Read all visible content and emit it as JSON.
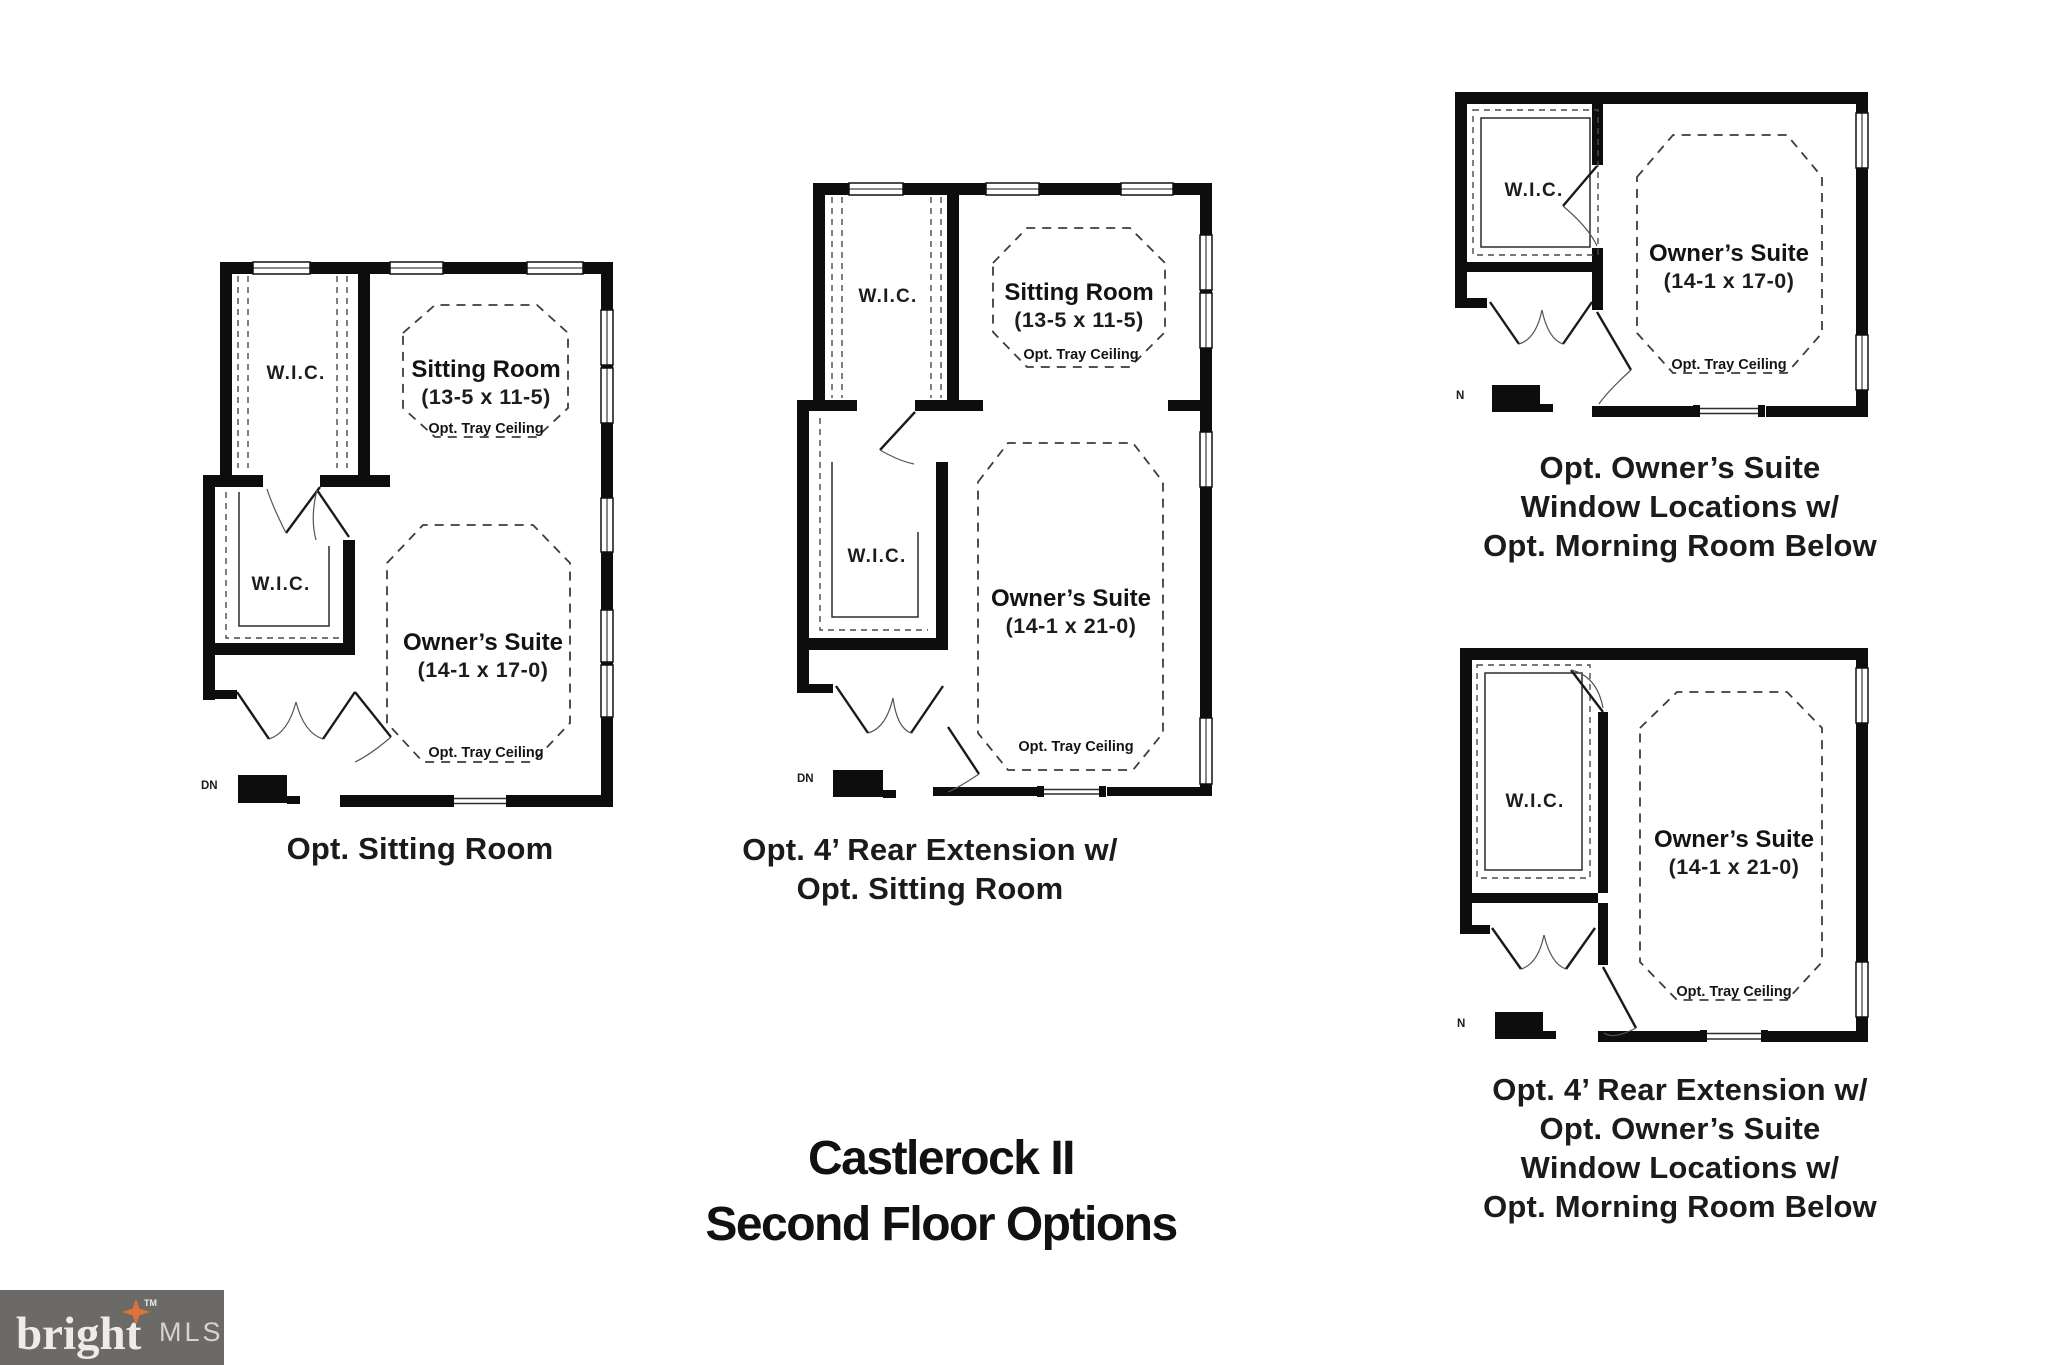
{
  "header": {
    "title_line1": "Castlerock II",
    "title_line2": "Second Floor Options"
  },
  "plans": [
    {
      "caption_lines": [
        "Opt. Sitting Room"
      ],
      "labels": {
        "wic_top": "W.I.C.",
        "wic_bottom": "W.I.C.",
        "sitting_name": "Sitting Room",
        "sitting_dim": "(13-5 x 11-5)",
        "sitting_note": "Opt. Tray Ceiling",
        "owners_name": "Owner’s Suite",
        "owners_dim": "(14-1 x 17-0)",
        "owners_note": "Opt. Tray Ceiling",
        "stair": "DN"
      }
    },
    {
      "caption_lines": [
        "Opt. 4’ Rear Extension w/",
        "Opt. Sitting Room"
      ],
      "labels": {
        "wic_top": "W.I.C.",
        "wic_bottom": "W.I.C.",
        "sitting_name": "Sitting Room",
        "sitting_dim": "(13-5 x 11-5)",
        "sitting_note": "Opt. Tray Ceiling",
        "owners_name": "Owner’s Suite",
        "owners_dim": "(14-1 x 21-0)",
        "owners_note": "Opt. Tray Ceiling",
        "stair": "DN"
      }
    },
    {
      "caption_lines": [
        "Opt. Owner’s Suite",
        "Window Locations w/",
        "Opt. Morning Room Below"
      ],
      "labels": {
        "wic": "W.I.C.",
        "owners_name": "Owner’s Suite",
        "owners_dim": "(14-1 x 17-0)",
        "owners_note": "Opt. Tray Ceiling",
        "stair": "N"
      }
    },
    {
      "caption_lines": [
        "Opt. 4’ Rear Extension w/",
        "Opt. Owner’s Suite",
        "Window Locations w/",
        "Opt. Morning Room Below"
      ],
      "labels": {
        "wic": "W.I.C.",
        "owners_name": "Owner’s Suite",
        "owners_dim": "(14-1 x 21-0)",
        "owners_note": "Opt. Tray Ceiling",
        "stair": "N"
      }
    }
  ],
  "logo": {
    "brand": "bright",
    "tm": "TM",
    "suffix": "MLS"
  },
  "colors": {
    "wall": "#0d0d0d",
    "logo_bg": "#6b6a67",
    "logo_text": "#efece7",
    "logo_star": "#e0713a",
    "logo_mls": "#d6d3ce"
  }
}
